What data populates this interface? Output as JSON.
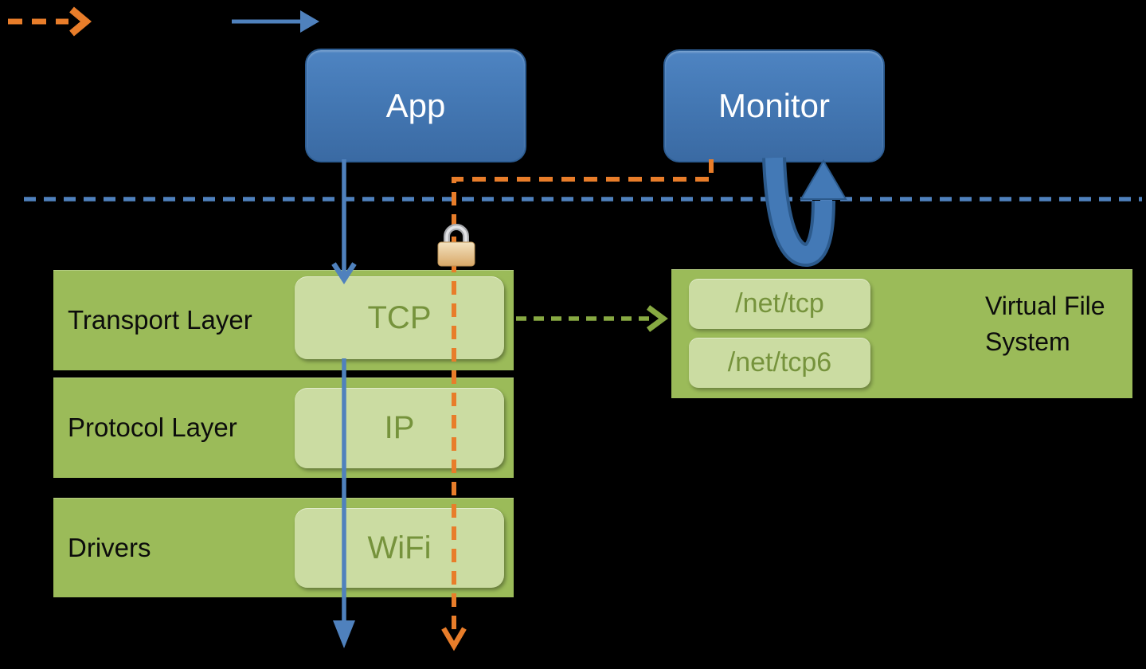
{
  "legend": {
    "items": [
      {
        "icon": "orange-dashed-arrow-icon"
      },
      {
        "icon": "blue-solid-arrow-icon"
      }
    ]
  },
  "nodes": {
    "app": "App",
    "monitor": "Monitor"
  },
  "divider": {
    "icon": "blue-dashed-boundary-line"
  },
  "layers": [
    {
      "label": "Transport Layer",
      "component": "TCP"
    },
    {
      "label": "Protocol Layer",
      "component": "IP"
    },
    {
      "label": "Drivers",
      "component": "WiFi"
    }
  ],
  "vfs": {
    "label": "Virtual File System",
    "files": [
      "/net/tcp",
      "/net/tcp6"
    ]
  },
  "icons": {
    "lock": "padlock-icon",
    "loop": "u-turn-arrow-icon"
  },
  "colors": {
    "background": "#000000",
    "accent_blue": "#4F81BD",
    "node_blue_top": "#4E84C2",
    "node_blue_bottom": "#3A6AA3",
    "accent_orange": "#E87D2A",
    "row_green": "#9BBB59",
    "inner_green": "#CBDCA2",
    "green_text": "#76933C",
    "green_arrow": "#87A942",
    "label_text": "#000000",
    "node_text": "#FFFFFF"
  }
}
